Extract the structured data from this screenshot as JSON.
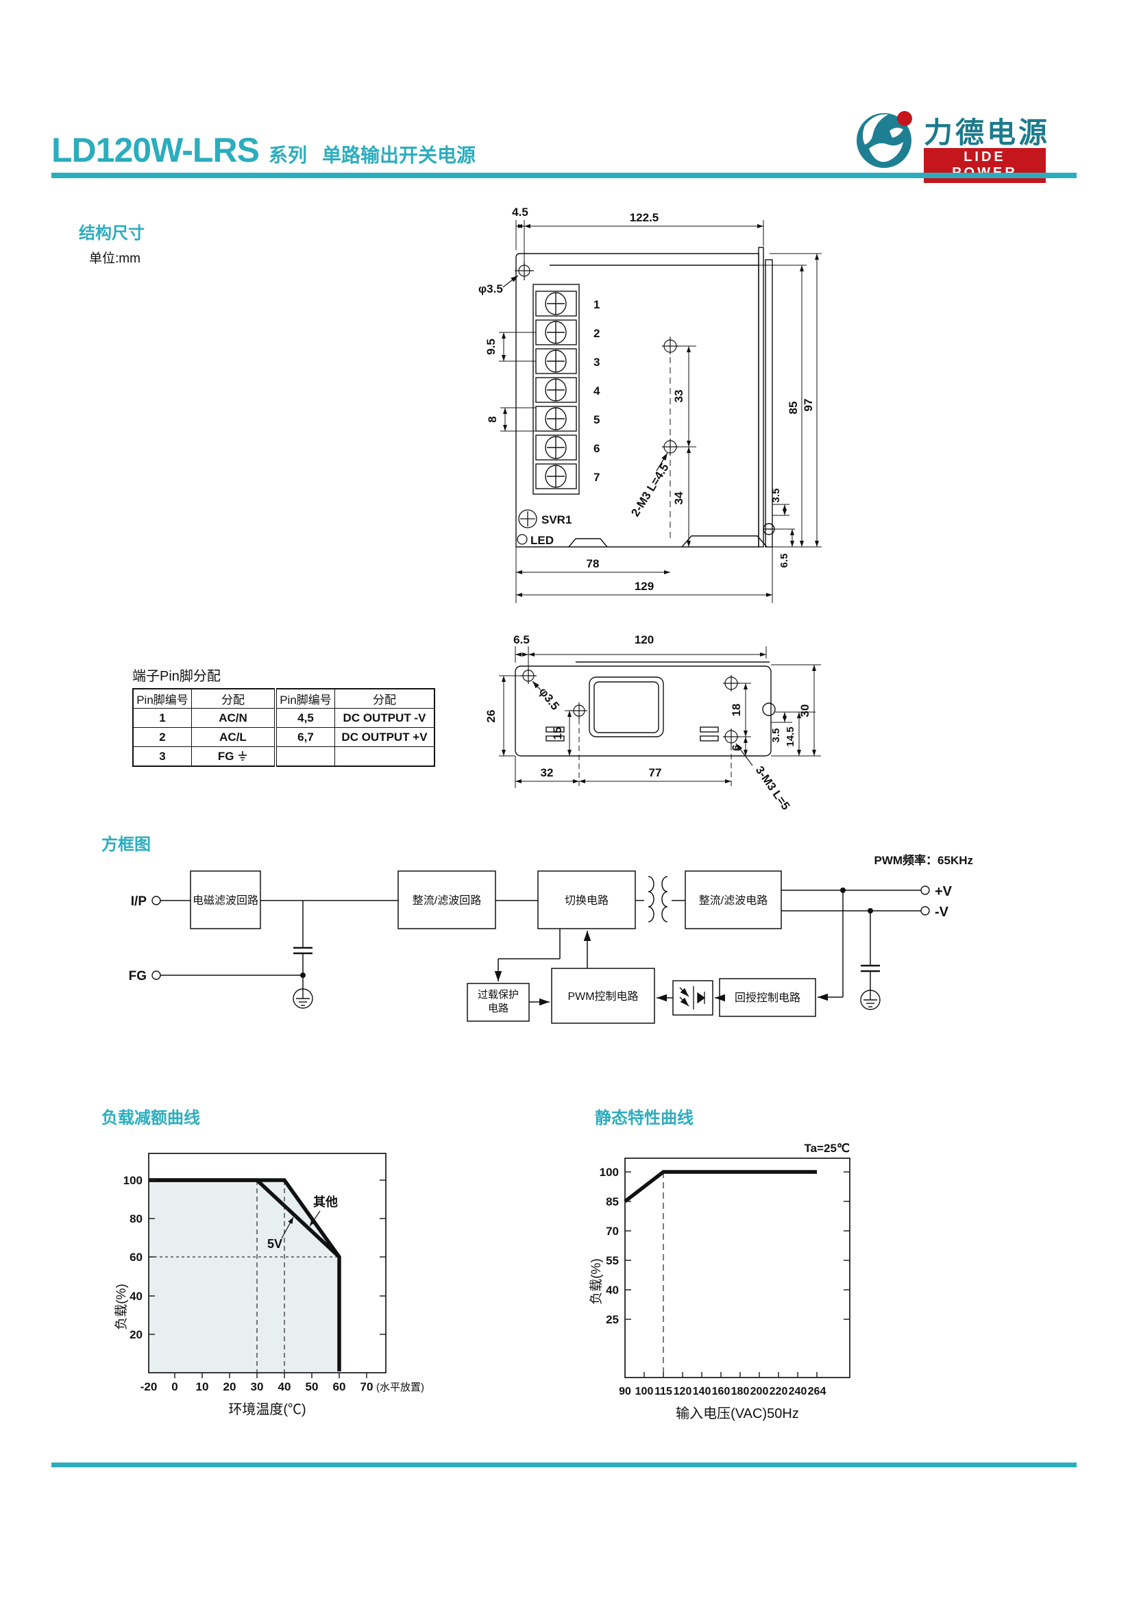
{
  "page": {
    "accent": "#2BADBE"
  },
  "header": {
    "model": "LD120W-LRS",
    "series_label": "系列",
    "subtitle": "单路输出开关电源",
    "logo_cn": "力德电源",
    "logo_en": "LIDE POWER"
  },
  "structure": {
    "title": "结构尺寸",
    "unit": "单位:mm",
    "top_view": {
      "dims": {
        "d45": "4.5",
        "d1225": "122.5",
        "dia": "φ3.5",
        "d95": "9.5",
        "d8": "8",
        "d33": "33",
        "d34": "34",
        "note": "2-M3 L=4.5",
        "d85": "85",
        "d97": "97",
        "d35": "3.5",
        "d65": "6.5",
        "d78": "78",
        "d129": "129"
      },
      "terminals": [
        "1",
        "2",
        "3",
        "4",
        "5",
        "6",
        "7"
      ],
      "svr": "SVR1",
      "led": "LED"
    },
    "bottom_view": {
      "dims": {
        "d65": "6.5",
        "d120": "120",
        "dia": "φ3.5",
        "d26": "26",
        "d15": "15",
        "d18": "18",
        "d6": "6",
        "d35": "3.5",
        "d145": "14.5",
        "d30": "30",
        "d32": "32",
        "d77": "77",
        "note": "3-M3 L=5"
      }
    }
  },
  "pin_table": {
    "title": "端子Pin脚分配",
    "headers": [
      "Pin脚编号",
      "分配",
      "Pin脚编号",
      "分配"
    ],
    "rows": [
      [
        "1",
        "AC/N",
        "4,5",
        "DC OUTPUT -V"
      ],
      [
        "2",
        "AC/L",
        "6,7",
        "DC OUTPUT +V"
      ],
      [
        "3",
        "FG",
        "",
        ""
      ]
    ]
  },
  "block_diagram": {
    "title": "方框图",
    "pwm_freq": "PWM频率：65KHz",
    "ip": "I/P",
    "fg": "FG",
    "pv": "+V",
    "nv": "-V",
    "boxes": {
      "emi": "电磁滤波回路",
      "rect1": "整流/滤波回路",
      "sw": "切换电路",
      "rect2": "整流/滤波电路",
      "ol1": "过载保护",
      "ol2": "电路",
      "pwm": "PWM控制电路",
      "fb": "回授控制电路"
    }
  },
  "chart_data": [
    {
      "type": "line",
      "title": "负载减额曲线",
      "xlabel": "环境温度(℃)",
      "ylabel": "负载(%)",
      "x_note": "(水平放置)",
      "x_ticks": [
        -20,
        0,
        10,
        20,
        30,
        40,
        50,
        60,
        70
      ],
      "x_tick_labels": [
        "-20",
        "0",
        "10",
        "20",
        "30",
        "40",
        "50",
        "60",
        "70"
      ],
      "y_ticks": [
        20,
        40,
        60,
        80,
        100
      ],
      "y_tick_labels": [
        "20",
        "40",
        "60",
        "80",
        "100"
      ],
      "ylim": [
        0,
        110
      ],
      "grid": false,
      "series": [
        {
          "name": "5V",
          "points": [
            [
              -20,
              100
            ],
            [
              30,
              100
            ],
            [
              60,
              60
            ],
            [
              60,
              0
            ]
          ]
        },
        {
          "name": "其他",
          "points": [
            [
              -20,
              100
            ],
            [
              40,
              100
            ],
            [
              60,
              60
            ],
            [
              60,
              0
            ]
          ]
        }
      ],
      "dashed_vlines": [
        30,
        40
      ],
      "dashed_hlines": [
        60
      ]
    },
    {
      "type": "line",
      "title": "静态特性曲线",
      "note": "Ta=25℃",
      "xlabel": "输入电压(VAC)50Hz",
      "ylabel": "负载(%)",
      "x_ticks": [
        90,
        100,
        115,
        120,
        140,
        160,
        180,
        200,
        220,
        240,
        264
      ],
      "x_tick_labels": [
        "90",
        "100",
        "115",
        "120",
        "140",
        "160",
        "180",
        "200",
        "220",
        "240",
        "264"
      ],
      "y_ticks": [
        25,
        40,
        55,
        70,
        85,
        100
      ],
      "y_tick_labels": [
        "25",
        "40",
        "55",
        "70",
        "85",
        "100"
      ],
      "ylim": [
        0,
        110
      ],
      "grid": false,
      "series": [
        {
          "name": "负载",
          "points": [
            [
              90,
              85
            ],
            [
              115,
              100
            ],
            [
              264,
              100
            ]
          ]
        }
      ],
      "dashed_vlines": [
        115
      ],
      "dashed_hlines": []
    }
  ]
}
